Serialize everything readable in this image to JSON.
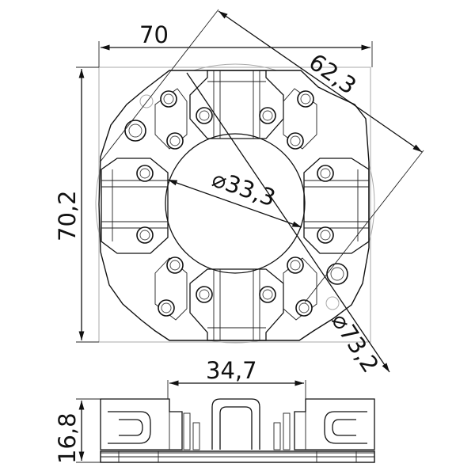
{
  "dimensions": {
    "width": "70",
    "height": "70,2",
    "diag_square": "62,3",
    "bore": "⌀33,3",
    "outer_circle": "⌀73,2",
    "section_width": "34,7",
    "section_height": "16,8"
  }
}
